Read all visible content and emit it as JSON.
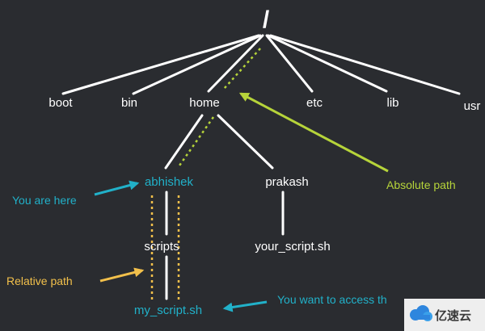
{
  "colors": {
    "background": "#2a2c30",
    "text": "#ffffff",
    "highlight": "#21b1c9",
    "absolute": "#b6d43a",
    "relative": "#f2c04b"
  },
  "nodes": {
    "root": "/",
    "boot": "boot",
    "bin": "bin",
    "home": "home",
    "etc": "etc",
    "lib": "lib",
    "usr": "usr",
    "abhishek": "abhishek",
    "prakash": "prakash",
    "scripts": "scripts",
    "your_script": "your_script.sh",
    "my_script": "my_script.sh"
  },
  "annotations": {
    "you_are_here": "You are here",
    "absolute_path": "Absolute path",
    "relative_path": "Relative path",
    "want_to_access": "You want to access th"
  },
  "watermark": {
    "text": "亿速云",
    "icon": "cloud-logo-icon"
  }
}
